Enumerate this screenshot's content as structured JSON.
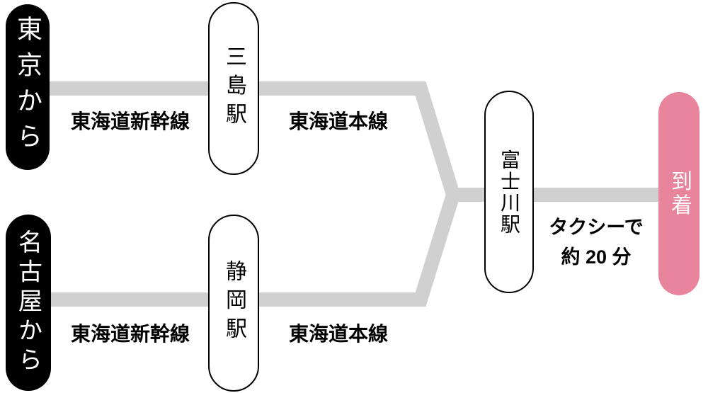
{
  "origins": [
    {
      "label": "東京から"
    },
    {
      "label": "名古屋から"
    }
  ],
  "stations": [
    {
      "label": "三島駅"
    },
    {
      "label": "静岡駅"
    },
    {
      "label": "富士川駅"
    }
  ],
  "destination": {
    "label": "到着"
  },
  "route_labels": {
    "tokyo_shinkansen": "東海道新幹線",
    "tokyo_local_line": "東海道本線",
    "nagoya_shinkansen": "東海道新幹線",
    "nagoya_local_line": "東海道本線",
    "taxi_line1": "タクシーで",
    "taxi_line2": "約 20 分"
  },
  "colors": {
    "origin_pill": "#000000",
    "origin_text": "#ffffff",
    "station_pill": "#ffffff",
    "station_border": "#000000",
    "arrival_pill": "#e8849c",
    "arrival_text": "#ffffff",
    "route_line": "#d0d0d0",
    "label_text": "#000000"
  }
}
